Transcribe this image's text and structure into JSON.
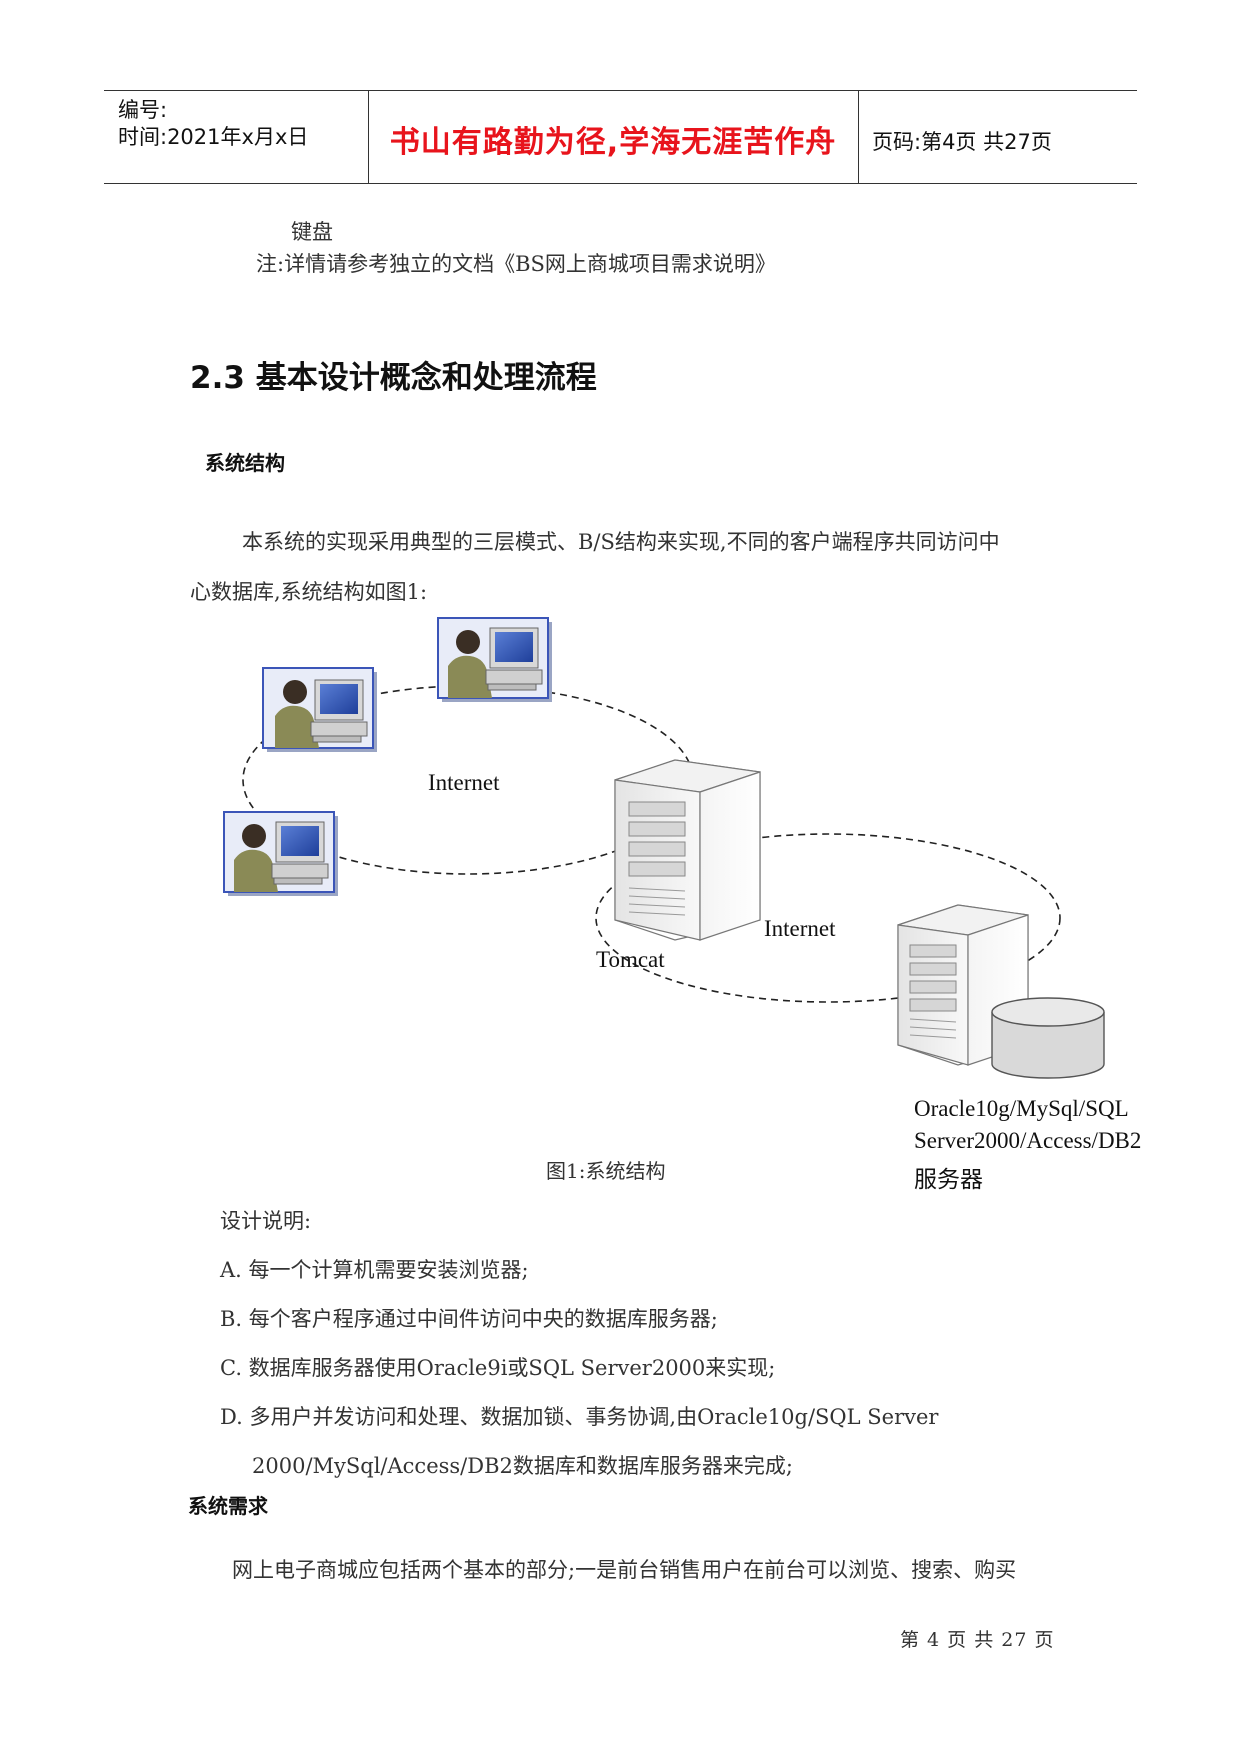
{
  "header": {
    "number_label": "编号:",
    "time_label": "时间:2021年x月x日",
    "motto": "书山有路勤为径,学海无涯苦作舟",
    "page_label": "页码:第4页 共27页"
  },
  "intro": {
    "line1": "键盘",
    "note": "注:详情请参考独立的文档《BS网上商城项目需求说明》"
  },
  "section": {
    "title": "2.3 基本设计概念和处理流程",
    "subtitle": "系统结构",
    "para_line1": "本系统的实现采用典型的三层模式、B/S结构来实现,不同的客户端程序共同访问中",
    "para_line2": "心数据库,系统结构如图1:"
  },
  "diagram": {
    "internet_left": "Internet",
    "internet_right": "Internet",
    "server_label": "Tomcat",
    "db_line1": "Oracle10g/MySql/SQL",
    "db_line2": "Server2000/Access/DB2",
    "db_line3": "服务器",
    "caption": "图1:系统结构"
  },
  "design": {
    "title": "设计说明:",
    "a": "A. 每一个计算机需要安装浏览器;",
    "b": "B. 每个客户程序通过中间件访问中央的数据库服务器;",
    "c": "C. 数据库服务器使用Oracle9i或SQL Server2000来实现;",
    "d1": "D. 多用户并发访问和处理、数据加锁、事务协调,由Oracle10g/SQL Server",
    "d2": "2000/MySql/Access/DB2数据库和数据库服务器来完成;"
  },
  "requirements": {
    "title": "系统需求",
    "para": "网上电子商城应包括两个基本的部分;一是前台销售用户在前台可以浏览、搜索、购买"
  },
  "footer": {
    "page": "第 4 页 共 27 页"
  }
}
